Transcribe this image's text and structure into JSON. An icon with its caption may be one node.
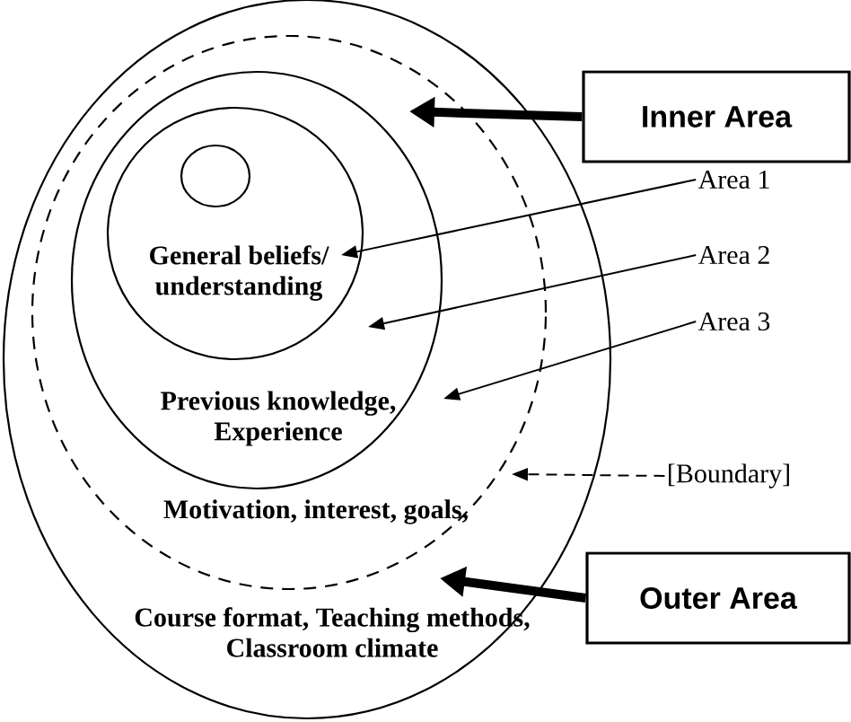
{
  "diagram": {
    "nodes": [
      {
        "text": [
          "Course format, Teaching methods, Classroom climate"
        ]
      },
      {
        "text": [
          "Motivation, interest, goals,"
        ],
        "in": 0
      },
      {
        "text": [
          "Previous knowledge, Experience"
        ],
        "in": 1
      },
      {
        "text": [
          "General beliefs/ understanding"
        ],
        "in": 2
      },
      {
        "text": [],
        "shape": "circle",
        "in": 3
      },
      {
        "text": [
          "Inner Area"
        ]
      },
      {
        "text": [
          "Outer Area"
        ]
      },
      {
        "text": [
          "Area 1"
        ]
      },
      {
        "text": [
          "Area 2"
        ]
      },
      {
        "text": [
          "Area 3"
        ]
      },
      {
        "text": [
          "[Boundary]"
        ]
      }
    ],
    "edges": [
      {
        "from": 5,
        "to": 1,
        "arrow": "to",
        "style": "thick"
      },
      {
        "from": 6,
        "to": 0,
        "arrow": "to",
        "style": "thick"
      },
      {
        "from": 7,
        "to": 3,
        "arrow": "to"
      },
      {
        "from": 8,
        "to": 2,
        "arrow": "to"
      },
      {
        "from": 9,
        "to": 1,
        "arrow": "to"
      },
      {
        "from": 10,
        "to": 1,
        "arrow": "to",
        "style": "dashed"
      }
    ]
  }
}
